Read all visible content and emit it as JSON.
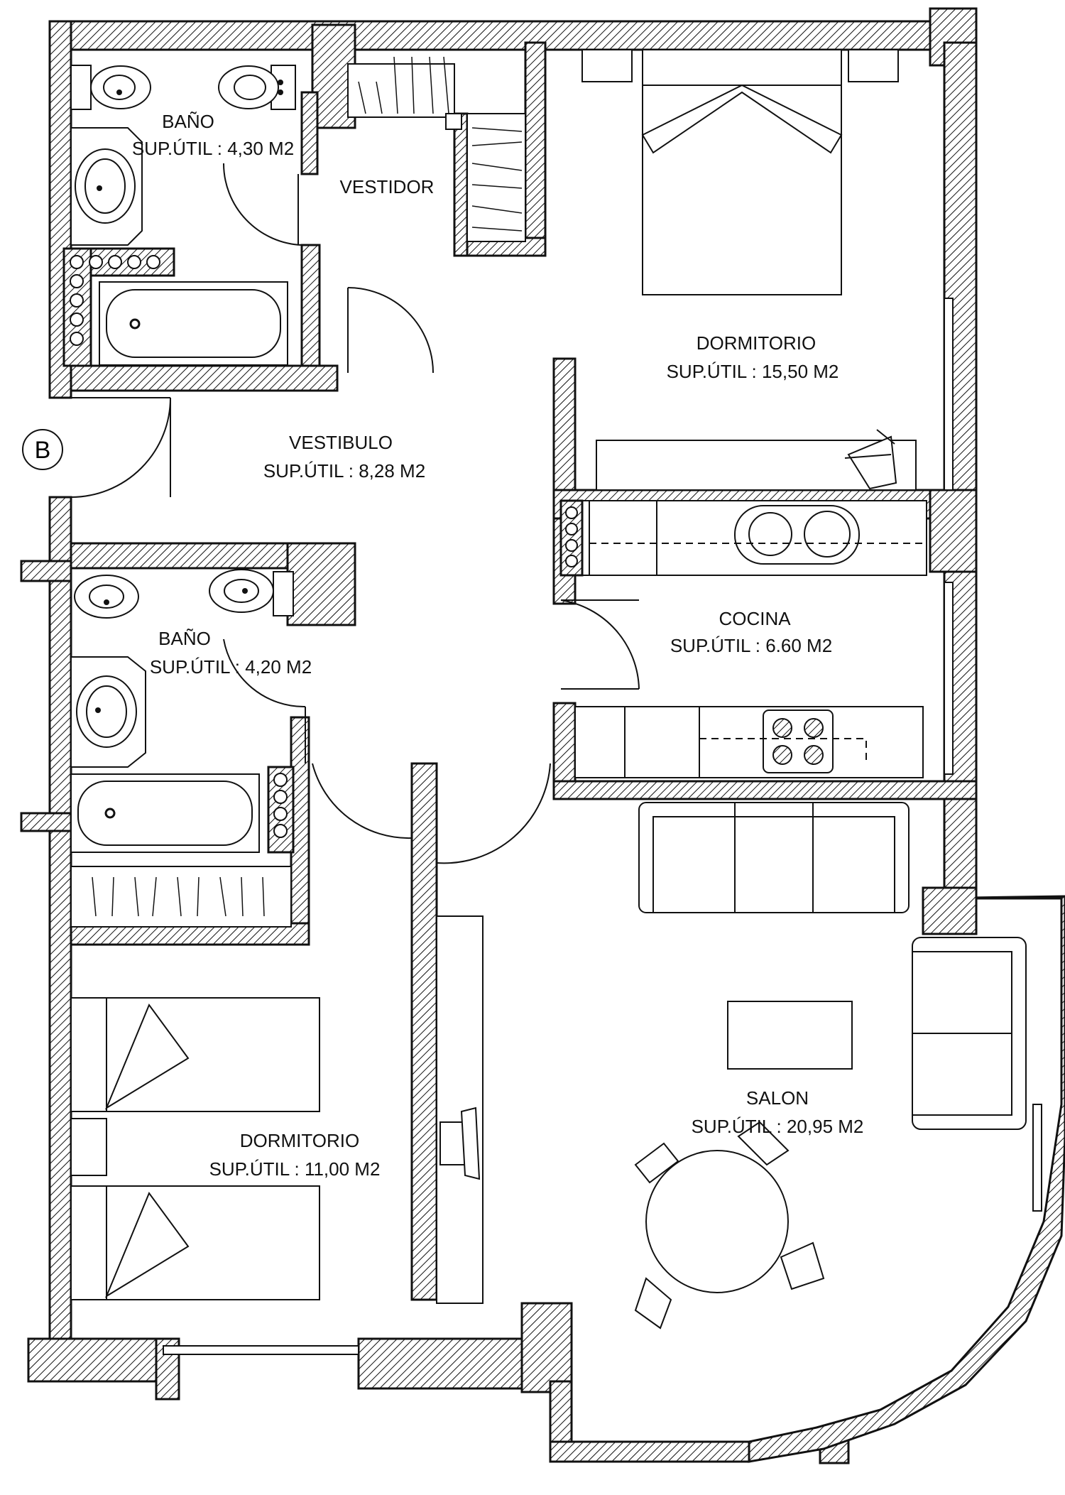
{
  "marker": "B",
  "rooms": {
    "bano1": {
      "name": "BAÑO",
      "area": "SUP.ÚTIL : 4,30 M2"
    },
    "vestidor": {
      "name": "VESTIDOR"
    },
    "dormitorio1": {
      "name": "DORMITORIO",
      "area": "SUP.ÚTIL : 15,50 M2"
    },
    "vestibulo": {
      "name": "VESTIBULO",
      "area": "SUP.ÚTIL : 8,28 M2"
    },
    "cocina": {
      "name": "COCINA",
      "area": "SUP.ÚTIL : 6.60 M2"
    },
    "bano2": {
      "name": "BAÑO",
      "area": "SUP.ÚTIL : 4,20 M2"
    },
    "salon": {
      "name": "SALON",
      "area": "SUP.ÚTIL : 20,95 M2"
    },
    "dormitorio2": {
      "name": "DORMITORIO",
      "area": "SUP.ÚTIL : 11,00 M2"
    }
  }
}
